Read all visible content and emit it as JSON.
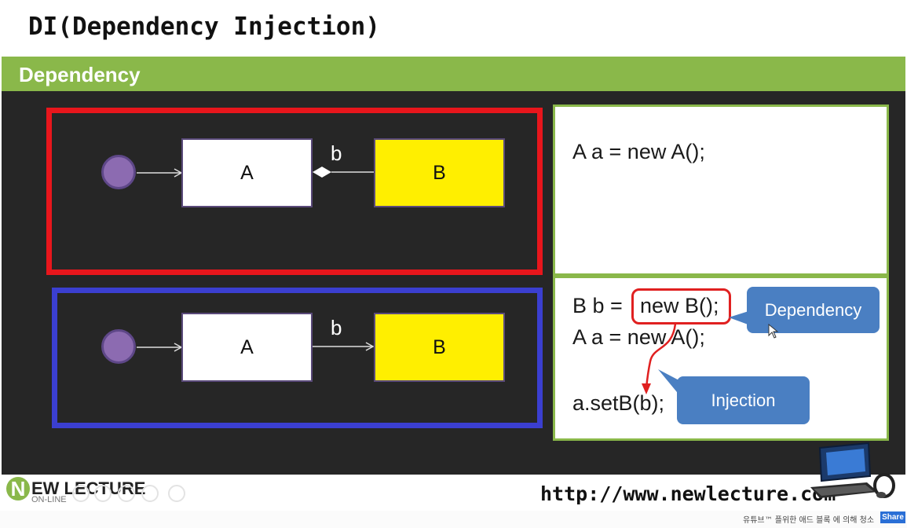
{
  "header": {
    "title": "DI(Dependency Injection)"
  },
  "section": {
    "heading": "Dependency"
  },
  "diagram": {
    "top": {
      "box_a": "A",
      "box_b": "B",
      "edge_label": "b"
    },
    "bottom": {
      "box_a": "A",
      "box_b": "B",
      "edge_label": "b"
    }
  },
  "code_panels": {
    "top": {
      "line1": "A a = new A();"
    },
    "bottom": {
      "line1_prefix": "B b = ",
      "line1_highlight": "new B();",
      "line2": "A a = new A();",
      "line3": "a.setB(b);"
    }
  },
  "callouts": {
    "dependency": "Dependency",
    "injection": "Injection"
  },
  "footer": {
    "logo_letter": "N",
    "logo_text": "EW LECTURE",
    "logo_sub": "ON-LINE",
    "url": "http://www.newlecture.com",
    "ad_text": "유튜브™ 플위한 애드 블록 에 의해 청소",
    "share_label": "Share"
  },
  "colors": {
    "green": "#8ab84a",
    "red_frame": "#e8161c",
    "blue_frame": "#3b3fd0",
    "box_b": "#ffef00",
    "actor": "#8c6bb1",
    "callout": "#4a7fc2"
  }
}
